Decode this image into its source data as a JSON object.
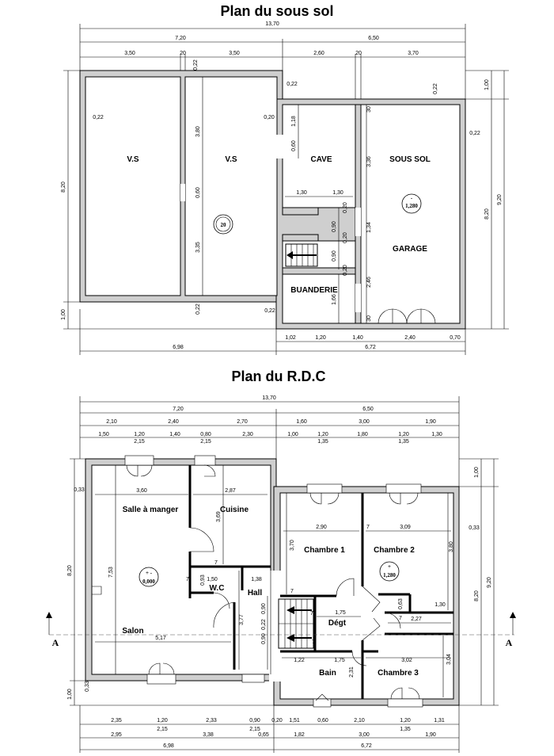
{
  "titles": {
    "basement": "Plan du sous sol",
    "ground": "Plan du R.D.C"
  },
  "basement": {
    "rooms": {
      "vs_left": "V.S",
      "vs_right": "V.S",
      "cave": "CAVE",
      "sous_sol": "SOUS SOL",
      "garage": "GARAGE",
      "buanderie": "BUANDERIE"
    },
    "levels": {
      "circle_20": "20",
      "sous_sol_level_sign": "-",
      "sous_sol_level": "1,280"
    },
    "dims": {
      "total": "13,70",
      "d720": "7,20",
      "d650": "6,50",
      "d350a": "3,50",
      "d20a": "20",
      "d350b": "3,50",
      "d260": "2,60",
      "d20b": "20",
      "d370": "3,70",
      "d022_top": "0,22",
      "d022_mid": "0,22",
      "d022_right": "0,22",
      "d022_left": "0,22",
      "d020": "0,20",
      "d022_outer": "0,22",
      "d820_left": "8,20",
      "d100_left": "1,00",
      "d380": "3,80",
      "d060": "0,60",
      "d335": "3,35",
      "d022_bot": "0,22",
      "d022_br": "0,22",
      "d118": "1,18",
      "d060c": "0,60",
      "d130a": "1,30",
      "d130b": "1,30",
      "d020c1": "0,20",
      "d090c1": "0,90",
      "d090c2": "0,90",
      "d020c2": "0,20",
      "d020c3": "0,20",
      "d166": "1,66",
      "d30a": "30",
      "d336": "3,36",
      "d134": "1,34",
      "d246": "2,46",
      "d30b": "30",
      "d100_r": "1,00",
      "d820_r": "8,20",
      "d920_r": "9,20",
      "b102": "1,02",
      "b120": "1,20",
      "b140": "1,40",
      "b240": "2,40",
      "b070": "0,70",
      "b698": "6,98",
      "b672": "6,72"
    }
  },
  "ground": {
    "rooms": {
      "salle": "Salle à manger",
      "cuisine": "Cuisine",
      "salon": "Salon",
      "wc": "W.C",
      "hall": "Hall",
      "chambre1": "Chambre 1",
      "chambre2": "Chambre 2",
      "chambre3": "Chambre 3",
      "degt": "Dégt",
      "bain": "Bain"
    },
    "levels": {
      "rdc_sign": "+ -",
      "rdc": "0,000",
      "ch2_sign": "+",
      "ch2": "1,280"
    },
    "section": {
      "left": "A",
      "right": "A"
    },
    "dims": {
      "total": "13,70",
      "d720": "7,20",
      "d650": "6,50",
      "t210": "2,10",
      "t240": "2,40",
      "t270": "2,70",
      "t160": "1,60",
      "t300": "3,00",
      "t190": "1,90",
      "r150": "1,50",
      "r120a": "1,20",
      "r215a": "2,15",
      "r140": "1,40",
      "r080": "0,80",
      "r215b": "2,15",
      "r230": "2,30",
      "r100": "1,00",
      "r120b": "1,20",
      "r135a": "1,35",
      "r180": "1,80",
      "r120c": "1,20",
      "r135b": "1,35",
      "r130": "1,30",
      "l033": "0,33",
      "l820": "8,20",
      "l033b": "0,33",
      "l100": "1,00",
      "i360": "3,60",
      "i287": "2,87",
      "i369": "3,69",
      "i753": "7,53",
      "i517": "5,17",
      "i093": "0,93",
      "i150": "1,50",
      "i138": "1,38",
      "i377": "3,77",
      "i7a": "7",
      "i7b": "7",
      "i7c": "7",
      "i7d": "7",
      "i7e": "7",
      "i7f": "7",
      "i7g": "7",
      "i290": "2,90",
      "i309": "3,09",
      "i370": "3,70",
      "i380": "3,80",
      "i090a": "0,90",
      "i022": "0,22",
      "i090b": "0,90",
      "i175a": "1,75",
      "i063": "0,63",
      "i130": "1,30",
      "i227": "2,27",
      "i122": "1,22",
      "i175b": "1,75",
      "i231": "2,31",
      "i302": "3,02",
      "i304": "3,04",
      "r033": "0,33",
      "r100v": "1,00",
      "r820": "8,20",
      "r920": "9,20",
      "b235": "2,35",
      "b120a": "1,20",
      "b233": "2,33",
      "b090": "0,90",
      "b020": "0,20",
      "b151": "1,51",
      "b060": "0,60",
      "b210": "2,10",
      "b120b": "1,20",
      "b131": "1,31",
      "b215a": "2,15",
      "b215b": "2,15",
      "b135": "1,35",
      "b295": "2,95",
      "b338": "3,38",
      "b065": "0,65",
      "b182": "1,82",
      "b300": "3,00",
      "b190": "1,90",
      "b698": "6,98",
      "b672": "6,72"
    }
  }
}
